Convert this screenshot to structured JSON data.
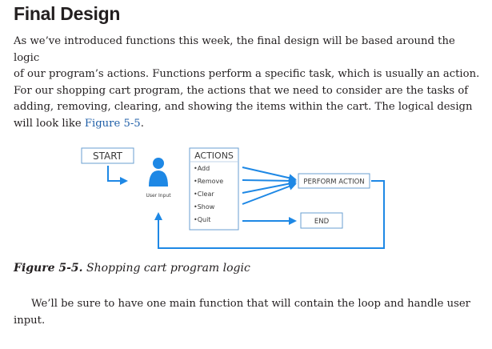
{
  "heading": "Final Design",
  "intro": {
    "lines": [
      "As we’ve introduced functions this week, the final design will be based around the logic",
      "of our program’s actions. Functions perform a specific task, which is usually an action.",
      "For our shopping cart program, the actions that we need to consider are the tasks of",
      "adding, removing, clearing, and showing the items within the cart. The logical design"
    ],
    "last_line_prefix": "will look like ",
    "figure_ref": "Figure 5-5",
    "last_line_suffix": "."
  },
  "diagram": {
    "start_label": "START",
    "user_label": "User Input",
    "actions_title": "ACTIONS",
    "actions": [
      "•Add",
      "•Remove",
      "•Clear",
      "•Show",
      "•Quit"
    ],
    "perform_label": "PERFORM ACTION",
    "end_label": "END",
    "colors": {
      "accent": "#1e88e5",
      "box_border": "#6a9fd0",
      "text": "#3a3a3a"
    }
  },
  "caption": {
    "number": "Figure 5-5.",
    "text": "Shopping cart program logic"
  },
  "closing": {
    "line1": "We’ll be sure to have one main function that will contain the loop and handle user",
    "line2": "input."
  }
}
